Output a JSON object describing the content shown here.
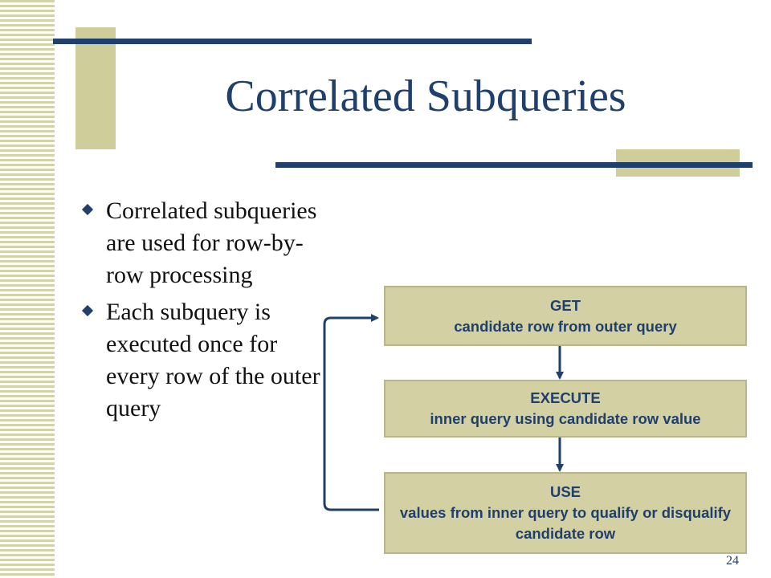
{
  "slide": {
    "title": "Correlated Subqueries",
    "page_number": "24"
  },
  "bullets": [
    "Correlated subqueries are used for row-by-row processing",
    "Each subquery is executed once for every row of the outer query"
  ],
  "flow": {
    "steps": [
      {
        "heading": "GET",
        "text": "candidate row from outer query"
      },
      {
        "heading": "EXECUTE",
        "text": "inner query using candidate row value"
      },
      {
        "heading": "USE",
        "text": "values from inner query to qualify or disqualify candidate row"
      }
    ]
  },
  "colors": {
    "accent": "#1f3f6c",
    "box_fill": "#d3d0a4",
    "decor_olive": "#cfcd9a"
  }
}
